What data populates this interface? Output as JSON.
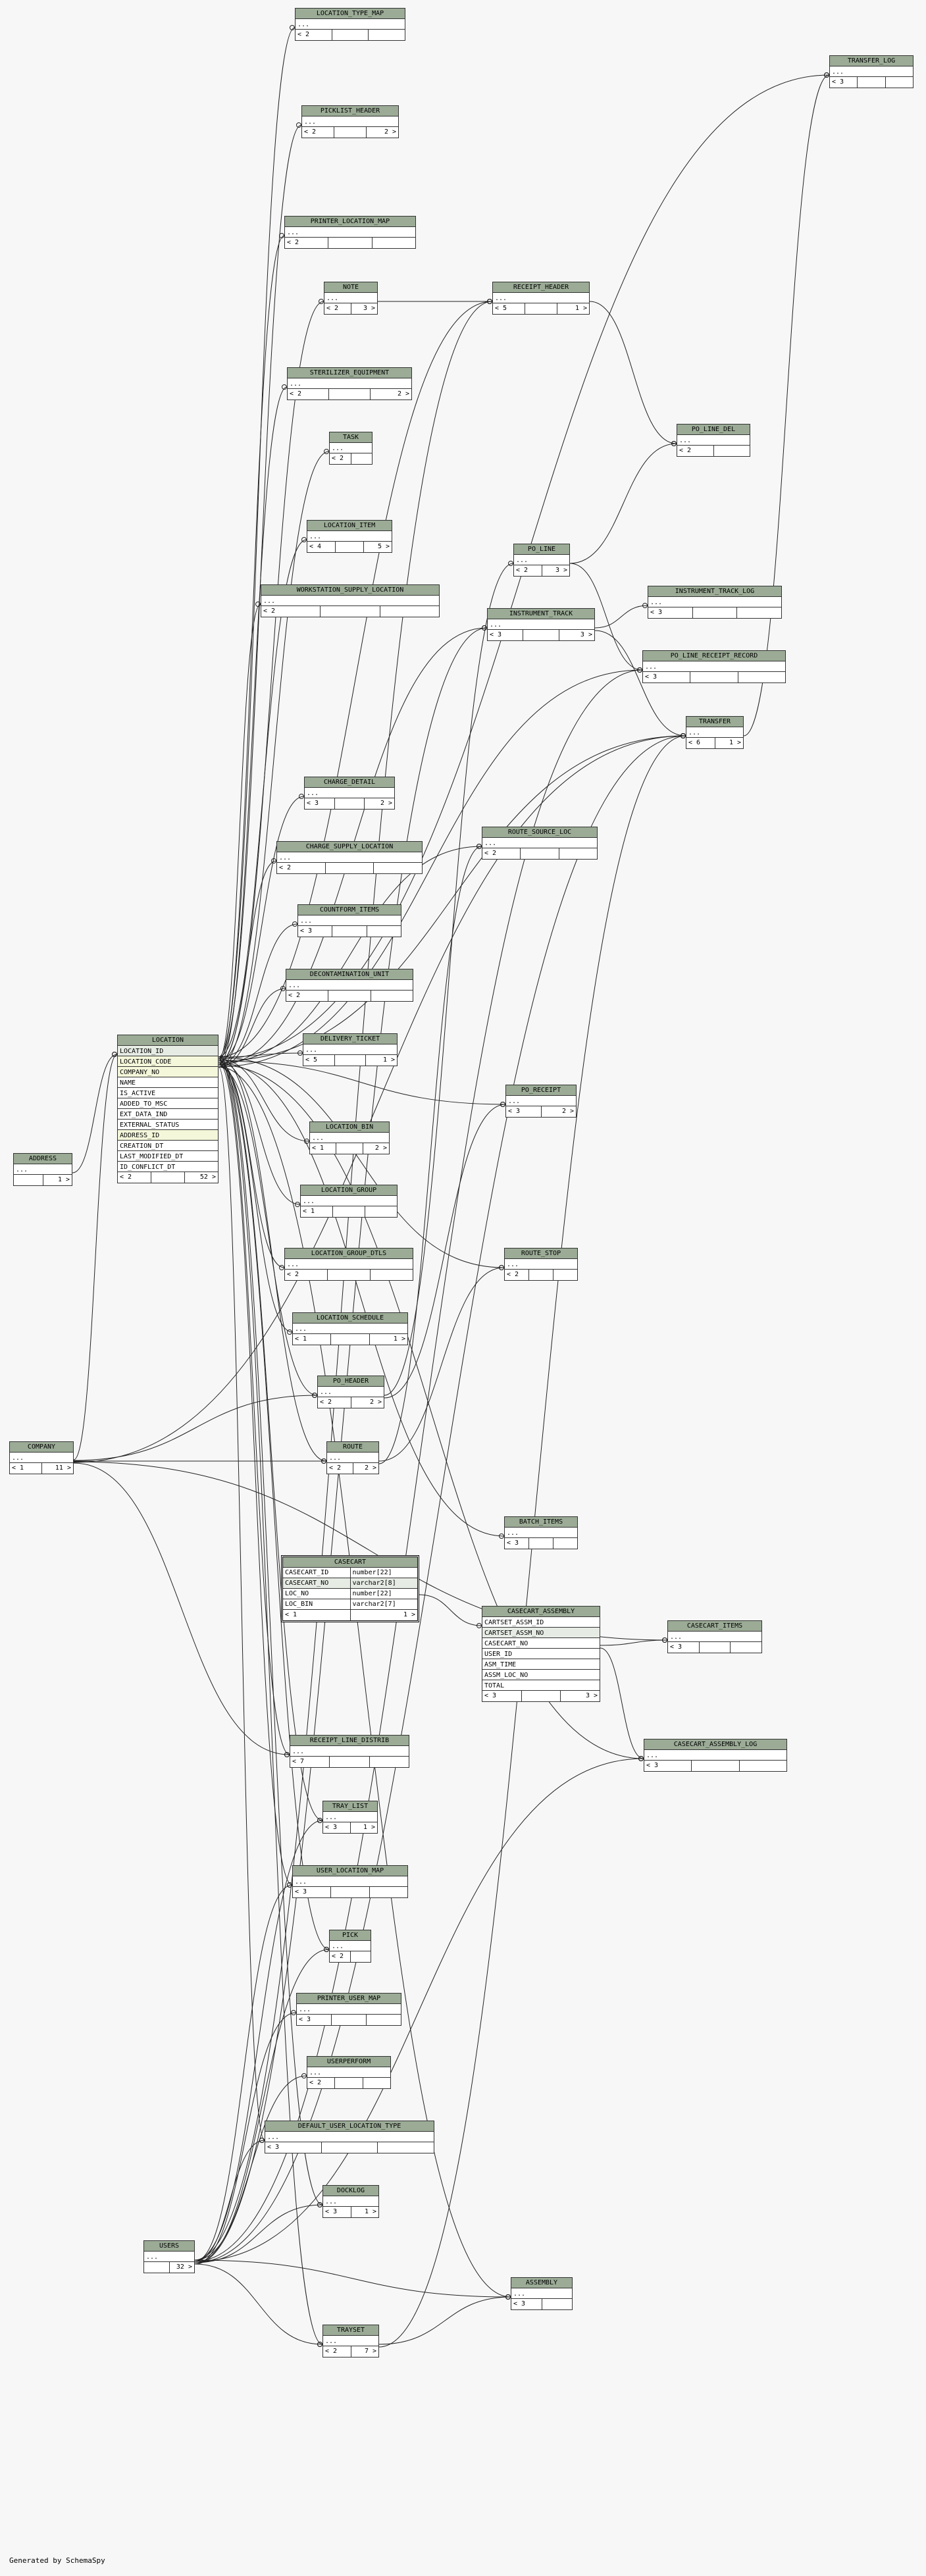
{
  "footer": "Generated by SchemaSpy",
  "colors": {
    "header": "#9bab96",
    "background": "#f7f7f7",
    "primary_key_row": "#e6ebe4",
    "foreign_key_row": "#f4f7da"
  },
  "tables": [
    {
      "id": "location_type_map",
      "name": "LOCATION_TYPE_MAP",
      "rows": [
        "..."
      ],
      "footer": [
        "< 2",
        "",
        ""
      ]
    },
    {
      "id": "transfer_log",
      "name": "TRANSFER_LOG",
      "rows": [
        "..."
      ],
      "footer": [
        "< 3",
        "",
        ""
      ]
    },
    {
      "id": "picklist_header",
      "name": "PICKLIST_HEADER",
      "rows": [
        "..."
      ],
      "footer": [
        "< 2",
        "",
        "2 >"
      ]
    },
    {
      "id": "printer_location_map",
      "name": "PRINTER_LOCATION_MAP",
      "rows": [
        "..."
      ],
      "footer": [
        "< 2",
        "",
        ""
      ]
    },
    {
      "id": "note",
      "name": "NOTE",
      "rows": [
        "..."
      ],
      "footer": [
        "< 2",
        "3 >"
      ]
    },
    {
      "id": "receipt_header",
      "name": "RECEIPT_HEADER",
      "rows": [
        "..."
      ],
      "footer": [
        "< 5",
        "",
        "1 >"
      ]
    },
    {
      "id": "sterilizer_equipment",
      "name": "STERILIZER_EQUIPMENT",
      "rows": [
        "..."
      ],
      "footer": [
        "< 2",
        "",
        "2 >"
      ]
    },
    {
      "id": "po_line_del",
      "name": "PO_LINE_DEL",
      "rows": [
        "..."
      ],
      "footer": [
        "< 2",
        ""
      ]
    },
    {
      "id": "task",
      "name": "TASK",
      "rows": [
        "..."
      ],
      "footer": [
        "< 2",
        ""
      ]
    },
    {
      "id": "location_item",
      "name": "LOCATION_ITEM",
      "rows": [
        "..."
      ],
      "footer": [
        "< 4",
        "",
        "5 >"
      ]
    },
    {
      "id": "po_line",
      "name": "PO_LINE",
      "rows": [
        "..."
      ],
      "footer": [
        "< 2",
        "3 >"
      ]
    },
    {
      "id": "workstation_supply_location",
      "name": "WORKSTATION_SUPPLY_LOCATION",
      "rows": [
        "..."
      ],
      "footer": [
        "< 2",
        "",
        ""
      ]
    },
    {
      "id": "instrument_track_log",
      "name": "INSTRUMENT_TRACK_LOG",
      "rows": [
        "..."
      ],
      "footer": [
        "< 3",
        "",
        ""
      ]
    },
    {
      "id": "instrument_track",
      "name": "INSTRUMENT_TRACK",
      "rows": [
        "..."
      ],
      "footer": [
        "< 3",
        "",
        "3 >"
      ]
    },
    {
      "id": "po_line_receipt_record",
      "name": "PO_LINE_RECEIPT_RECORD",
      "rows": [
        "..."
      ],
      "footer": [
        "< 3",
        "",
        ""
      ]
    },
    {
      "id": "transfer",
      "name": "TRANSFER",
      "rows": [
        "..."
      ],
      "footer": [
        "< 6",
        "1 >"
      ]
    },
    {
      "id": "charge_detail",
      "name": "CHARGE_DETAIL",
      "rows": [
        "..."
      ],
      "footer": [
        "< 3",
        "",
        "2 >"
      ]
    },
    {
      "id": "route_source_loc",
      "name": "ROUTE_SOURCE_LOC",
      "rows": [
        "..."
      ],
      "footer": [
        "< 2",
        "",
        ""
      ]
    },
    {
      "id": "charge_supply_location",
      "name": "CHARGE_SUPPLY_LOCATION",
      "rows": [
        "..."
      ],
      "footer": [
        "< 2",
        "",
        ""
      ]
    },
    {
      "id": "countform_items",
      "name": "COUNTFORM_ITEMS",
      "rows": [
        "..."
      ],
      "footer": [
        "< 3",
        "",
        ""
      ]
    },
    {
      "id": "decontamination_unit",
      "name": "DECONTAMINATION_UNIT",
      "rows": [
        "..."
      ],
      "footer": [
        "< 2",
        "",
        ""
      ]
    },
    {
      "id": "delivery_ticket",
      "name": "DELIVERY_TICKET",
      "rows": [
        "..."
      ],
      "footer": [
        "< 5",
        "",
        "1 >"
      ]
    },
    {
      "id": "po_receipt",
      "name": "PO_RECEIPT",
      "rows": [
        "..."
      ],
      "footer": [
        "< 3",
        "2 >"
      ]
    },
    {
      "id": "location_bin",
      "name": "LOCATION_BIN",
      "rows": [
        "..."
      ],
      "footer": [
        "< 1",
        "",
        "2 >"
      ]
    },
    {
      "id": "location_group",
      "name": "LOCATION_GROUP",
      "rows": [
        "..."
      ],
      "footer": [
        "< 1",
        "",
        ""
      ]
    },
    {
      "id": "location_group_dtls",
      "name": "LOCATION_GROUP_DTLS",
      "rows": [
        "..."
      ],
      "footer": [
        "< 2",
        "",
        ""
      ]
    },
    {
      "id": "route_stop",
      "name": "ROUTE_STOP",
      "rows": [
        "..."
      ],
      "footer": [
        "< 2",
        "",
        ""
      ]
    },
    {
      "id": "location_schedule",
      "name": "LOCATION_SCHEDULE",
      "rows": [
        "..."
      ],
      "footer": [
        "< 1",
        "",
        "1 >"
      ]
    },
    {
      "id": "po_header",
      "name": "PO_HEADER",
      "rows": [
        "..."
      ],
      "footer": [
        "< 2",
        "2 >"
      ]
    },
    {
      "id": "route",
      "name": "ROUTE",
      "rows": [
        "..."
      ],
      "footer": [
        "< 2",
        "2 >"
      ]
    },
    {
      "id": "address",
      "name": "ADDRESS",
      "rows": [
        "..."
      ],
      "footer": [
        "",
        "1 >"
      ]
    },
    {
      "id": "company",
      "name": "COMPANY",
      "rows": [
        "..."
      ],
      "footer": [
        "< 1",
        "11 >"
      ]
    },
    {
      "id": "batch_items",
      "name": "BATCH_ITEMS",
      "rows": [
        "..."
      ],
      "footer": [
        "< 3",
        "",
        ""
      ]
    },
    {
      "id": "casecart_items",
      "name": "CASECART_ITEMS",
      "rows": [
        "..."
      ],
      "footer": [
        "< 3",
        "",
        ""
      ]
    },
    {
      "id": "casecart_assembly_log",
      "name": "CASECART_ASSEMBLY_LOG",
      "rows": [
        "..."
      ],
      "footer": [
        "< 3",
        "",
        ""
      ]
    },
    {
      "id": "receipt_line_distrib",
      "name": "RECEIPT_LINE_DISTRIB",
      "rows": [
        "..."
      ],
      "footer": [
        "< 7",
        "",
        ""
      ]
    },
    {
      "id": "tray_list",
      "name": "TRAY_LIST",
      "rows": [
        "..."
      ],
      "footer": [
        "< 3",
        "1 >"
      ]
    },
    {
      "id": "user_location_map",
      "name": "USER_LOCATION_MAP",
      "rows": [
        "..."
      ],
      "footer": [
        "< 3",
        "",
        ""
      ]
    },
    {
      "id": "pick",
      "name": "PICK",
      "rows": [
        "..."
      ],
      "footer": [
        "< 2",
        ""
      ]
    },
    {
      "id": "printer_user_map",
      "name": "PRINTER_USER_MAP",
      "rows": [
        "..."
      ],
      "footer": [
        "< 3",
        "",
        ""
      ]
    },
    {
      "id": "userperform",
      "name": "USERPERFORM",
      "rows": [
        "..."
      ],
      "footer": [
        "< 2",
        "",
        ""
      ]
    },
    {
      "id": "default_user_location_type",
      "name": "DEFAULT_USER_LOCATION_TYPE",
      "rows": [
        "..."
      ],
      "footer": [
        "< 3",
        "",
        ""
      ]
    },
    {
      "id": "docklog",
      "name": "DOCKLOG",
      "rows": [
        "..."
      ],
      "footer": [
        "< 3",
        "1 >"
      ]
    },
    {
      "id": "users",
      "name": "USERS",
      "rows": [
        "..."
      ],
      "footer": [
        "",
        "32 >"
      ]
    },
    {
      "id": "assembly",
      "name": "ASSEMBLY",
      "rows": [
        "..."
      ],
      "footer": [
        "< 3",
        ""
      ]
    },
    {
      "id": "trayset",
      "name": "TRAYSET",
      "rows": [
        "..."
      ],
      "footer": [
        "< 2",
        "7 >"
      ]
    }
  ],
  "location": {
    "name": "LOCATION",
    "columns": [
      {
        "name": "LOCATION_ID",
        "kind": "pk"
      },
      {
        "name": "LOCATION_CODE",
        "kind": "fk"
      },
      {
        "name": "COMPANY_NO",
        "kind": "fk"
      },
      {
        "name": "NAME",
        "kind": ""
      },
      {
        "name": "IS_ACTIVE",
        "kind": ""
      },
      {
        "name": "ADDED_TO_MSC",
        "kind": ""
      },
      {
        "name": "EXT_DATA_IND",
        "kind": ""
      },
      {
        "name": "EXTERNAL_STATUS",
        "kind": ""
      },
      {
        "name": "ADDRESS_ID",
        "kind": "fk"
      },
      {
        "name": "CREATION_DT",
        "kind": ""
      },
      {
        "name": "LAST_MODIFIED_DT",
        "kind": ""
      },
      {
        "name": "ID_CONFLICT_DT",
        "kind": ""
      }
    ],
    "footer": [
      "< 2",
      "",
      "52 >"
    ]
  },
  "casecart": {
    "name": "CASECART",
    "columns": [
      {
        "name": "CASECART_ID",
        "type": "number[22]",
        "kind": ""
      },
      {
        "name": "CASECART_NO",
        "type": "varchar2[8]",
        "kind": "pk"
      },
      {
        "name": "LOC_NO",
        "type": "number[22]",
        "kind": ""
      },
      {
        "name": "LOC_BIN",
        "type": "varchar2[7]",
        "kind": ""
      }
    ],
    "footer": [
      "< 1",
      "1 >"
    ]
  },
  "casecart_assembly": {
    "name": "CASECART_ASSEMBLY",
    "columns": [
      {
        "name": "CARTSET_ASSM_ID",
        "kind": ""
      },
      {
        "name": "CARTSET_ASSM_NO",
        "kind": "pk"
      },
      {
        "name": "CASECART_NO",
        "kind": ""
      },
      {
        "name": "USER_ID",
        "kind": ""
      },
      {
        "name": "ASM_TIME",
        "kind": ""
      },
      {
        "name": "ASSM_LOC_NO",
        "kind": ""
      },
      {
        "name": "TOTAL",
        "kind": ""
      }
    ],
    "footer": [
      "< 3",
      "",
      "3 >"
    ]
  }
}
